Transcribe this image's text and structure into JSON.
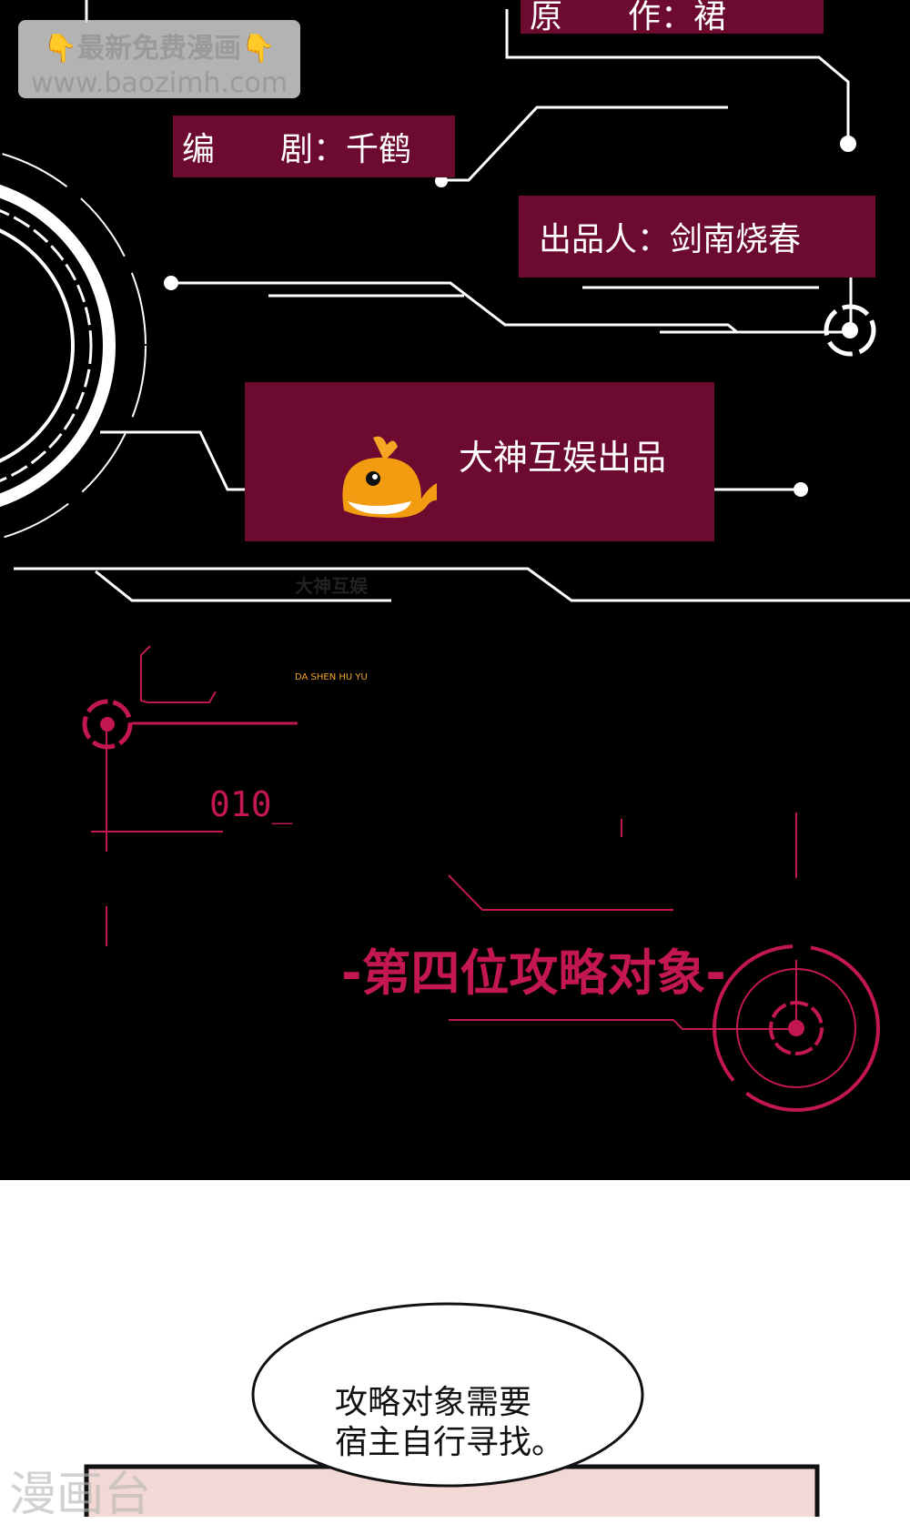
{
  "watermark": {
    "line1": "最新免费漫画",
    "line2": "www.baozimh.com",
    "pointer_icon": "pointing-down-hand"
  },
  "credits": {
    "original": "原　　作：裙",
    "writer": "编　　剧：千鹤",
    "producer": "出品人：剑南烧春",
    "studio": "大神互娱出品",
    "logo_name": "大神互娱",
    "logo_pinyin": "DA SHEN HU YU"
  },
  "hud": {
    "code": "010_",
    "title": "-第四位攻略对象-"
  },
  "speech_bubble": {
    "line1": "攻略对象需要",
    "line2": "宿主自行寻找。"
  },
  "corner_watermark": "漫画台",
  "colors": {
    "box": "#6c0a2f",
    "accent": "#c2174f",
    "panel": "#f3d9d5"
  }
}
